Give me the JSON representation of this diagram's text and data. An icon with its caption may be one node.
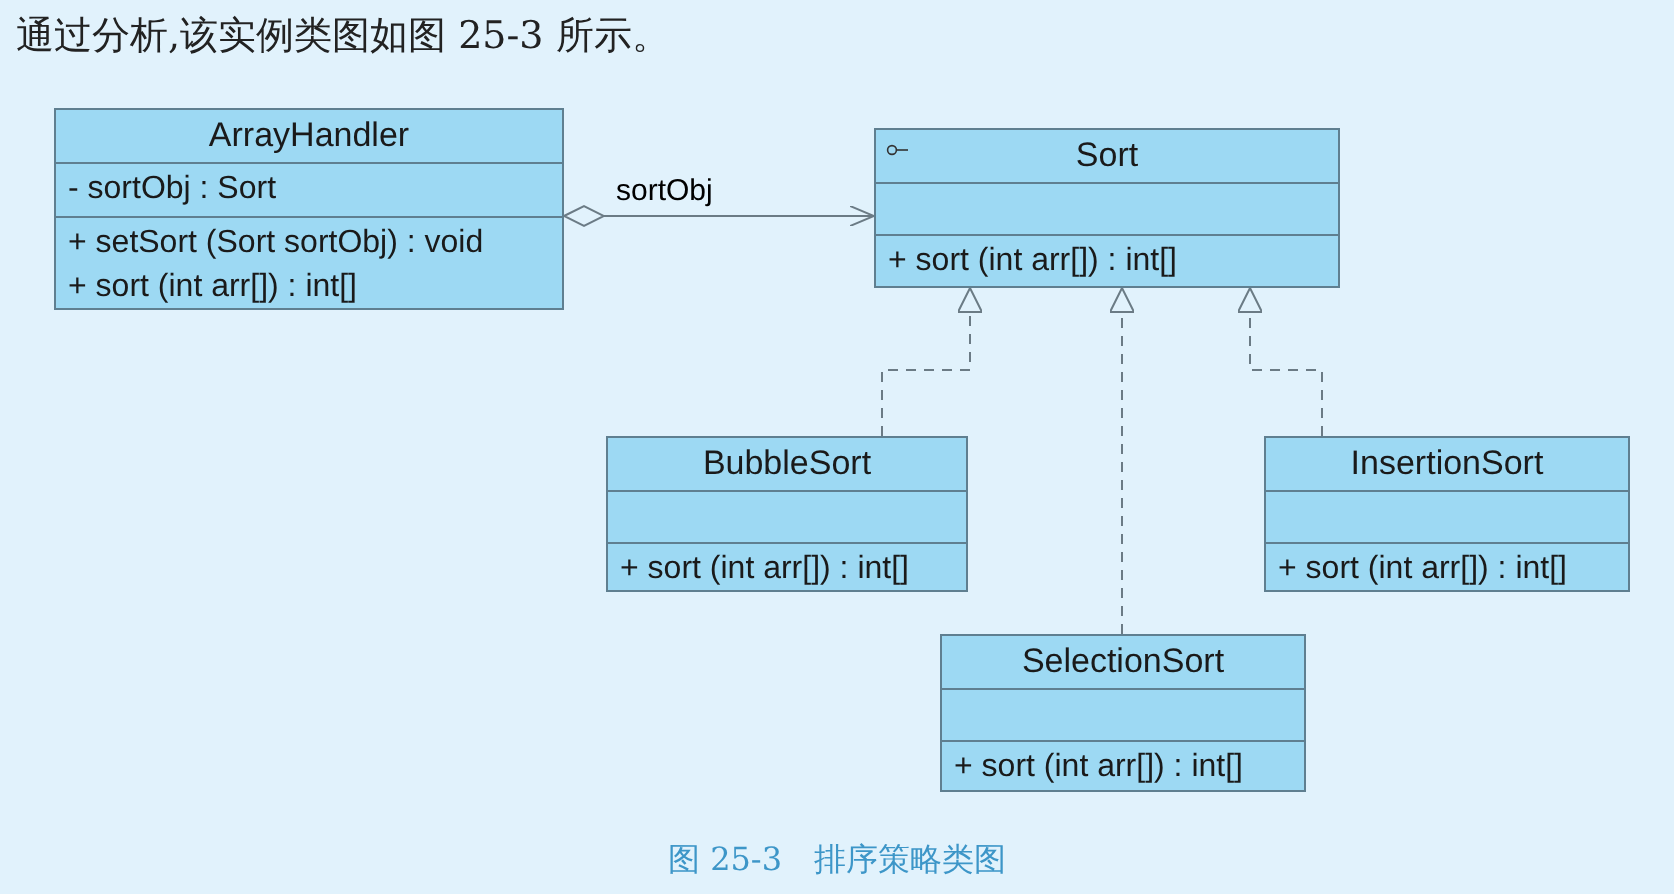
{
  "diagram": {
    "title": "通过分析,该实例类图如图 25-3 所示。",
    "caption": "图 25-3　排序策略类图",
    "nodes": [
      {
        "text": [
          "ArrayHandler",
          "- sortObj : Sort",
          "+ setSort (Sort sortObj) : void",
          "+ sort (int arr[]) : int[]"
        ]
      },
      {
        "text": [
          "Sort",
          "+ sort (int arr[]) : int[]"
        ]
      },
      {
        "text": [
          "BubbleSort",
          "+ sort (int arr[]) : int[]"
        ]
      },
      {
        "text": [
          "SelectionSort",
          "+ sort (int arr[]) : int[]"
        ]
      },
      {
        "text": [
          "InsertionSort",
          "+ sort (int arr[]) : int[]"
        ]
      }
    ],
    "edges": [
      {
        "from": 0,
        "to": 1,
        "arrow": "to",
        "label": "sortObj"
      },
      {
        "from": 2,
        "to": 1,
        "arrow": "to",
        "style": "dashed"
      },
      {
        "from": 3,
        "to": 1,
        "arrow": "to",
        "style": "dashed"
      },
      {
        "from": 4,
        "to": 1,
        "arrow": "to",
        "style": "dashed"
      }
    ]
  }
}
